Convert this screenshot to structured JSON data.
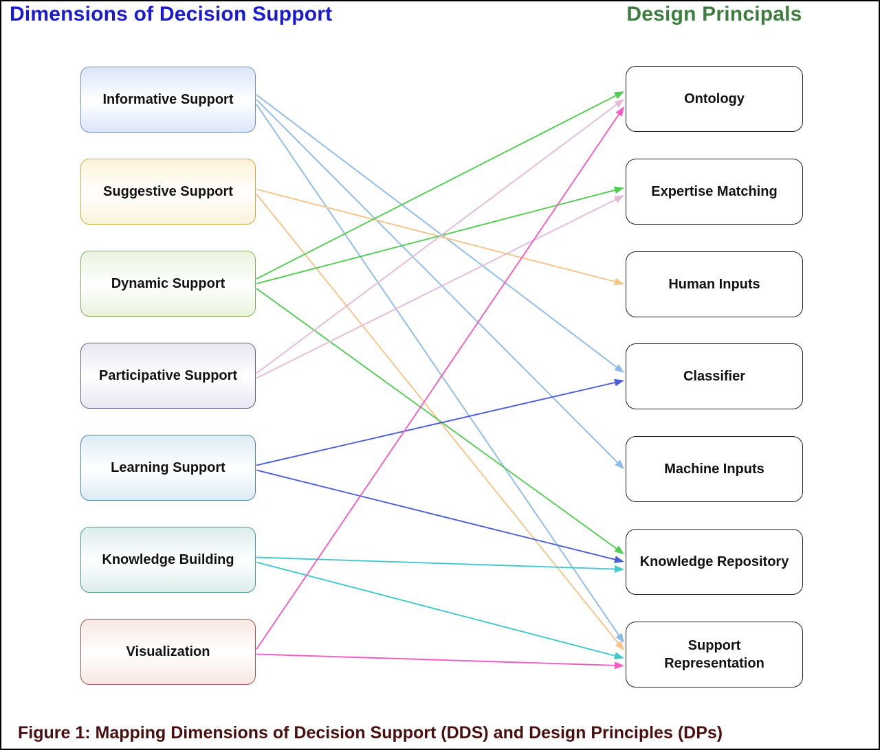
{
  "header": {
    "left_title": "Dimensions of Decision Support",
    "right_title": "Design Principals"
  },
  "caption": "Figure 1: Mapping Dimensions of Decision Support (DDS) and Design Principles (DPs)",
  "diagram": {
    "left_nodes": [
      {
        "id": "informative",
        "label": "Informative Support",
        "border": "#7191c4",
        "tint": "#dbe6f8",
        "edge_color": "#8cbbea"
      },
      {
        "id": "suggestive",
        "label": "Suggestive Support",
        "border": "#d8a948",
        "tint": "#fdf2d9",
        "edge_color": "#f6c488"
      },
      {
        "id": "dynamic",
        "label": "Dynamic Support",
        "border": "#85ab5c",
        "tint": "#e9f3de",
        "edge_color": "#52cc52"
      },
      {
        "id": "participative",
        "label": "Participative Support",
        "border": "#63638a",
        "tint": "#e8e6f0",
        "edge_color": "#e6bad6"
      },
      {
        "id": "learning",
        "label": "Learning Support",
        "border": "#4e86a8",
        "tint": "#dcebf4",
        "edge_color": "#4a5ed8"
      },
      {
        "id": "knowledge",
        "label": "Knowledge Building",
        "border": "#49989a",
        "tint": "#dcedec",
        "edge_color": "#42c9cd"
      },
      {
        "id": "visualization",
        "label": "Visualization",
        "border": "#a35050",
        "tint": "#f8e6e2",
        "edge_color": "#f25cc1"
      }
    ],
    "right_nodes": [
      {
        "id": "ontology",
        "label": "Ontology"
      },
      {
        "id": "expertise-matching",
        "label": "Expertise Matching"
      },
      {
        "id": "human-inputs",
        "label": "Human Inputs"
      },
      {
        "id": "classifier",
        "label": "Classifier"
      },
      {
        "id": "machine-inputs",
        "label": "Machine Inputs"
      },
      {
        "id": "knowledge-repository",
        "label": "Knowledge Repository"
      },
      {
        "id": "support-representation",
        "label": "Support\nRepresentation"
      }
    ],
    "edges": [
      {
        "from": "informative",
        "to": "classifier"
      },
      {
        "from": "informative",
        "to": "machine-inputs"
      },
      {
        "from": "informative",
        "to": "support-representation"
      },
      {
        "from": "suggestive",
        "to": "human-inputs"
      },
      {
        "from": "suggestive",
        "to": "support-representation"
      },
      {
        "from": "dynamic",
        "to": "ontology"
      },
      {
        "from": "dynamic",
        "to": "expertise-matching"
      },
      {
        "from": "dynamic",
        "to": "knowledge-repository"
      },
      {
        "from": "participative",
        "to": "ontology"
      },
      {
        "from": "participative",
        "to": "expertise-matching"
      },
      {
        "from": "learning",
        "to": "classifier"
      },
      {
        "from": "learning",
        "to": "knowledge-repository"
      },
      {
        "from": "knowledge",
        "to": "knowledge-repository"
      },
      {
        "from": "knowledge",
        "to": "support-representation"
      },
      {
        "from": "visualization",
        "to": "ontology"
      },
      {
        "from": "visualization",
        "to": "support-representation"
      }
    ]
  }
}
